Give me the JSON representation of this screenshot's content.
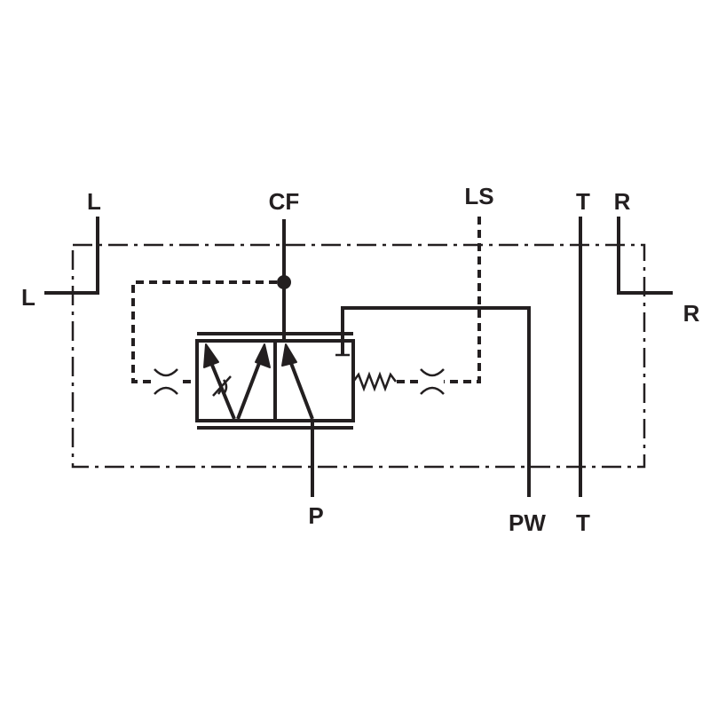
{
  "ports": {
    "l_top": "L",
    "l_left": "L",
    "cf": "CF",
    "ls": "LS",
    "t_top": "T",
    "r_top": "R",
    "r_right": "R",
    "p": "P",
    "pw": "PW",
    "t_bottom": "T"
  },
  "colors": {
    "ink": "#231f20",
    "background": "#ffffff"
  }
}
